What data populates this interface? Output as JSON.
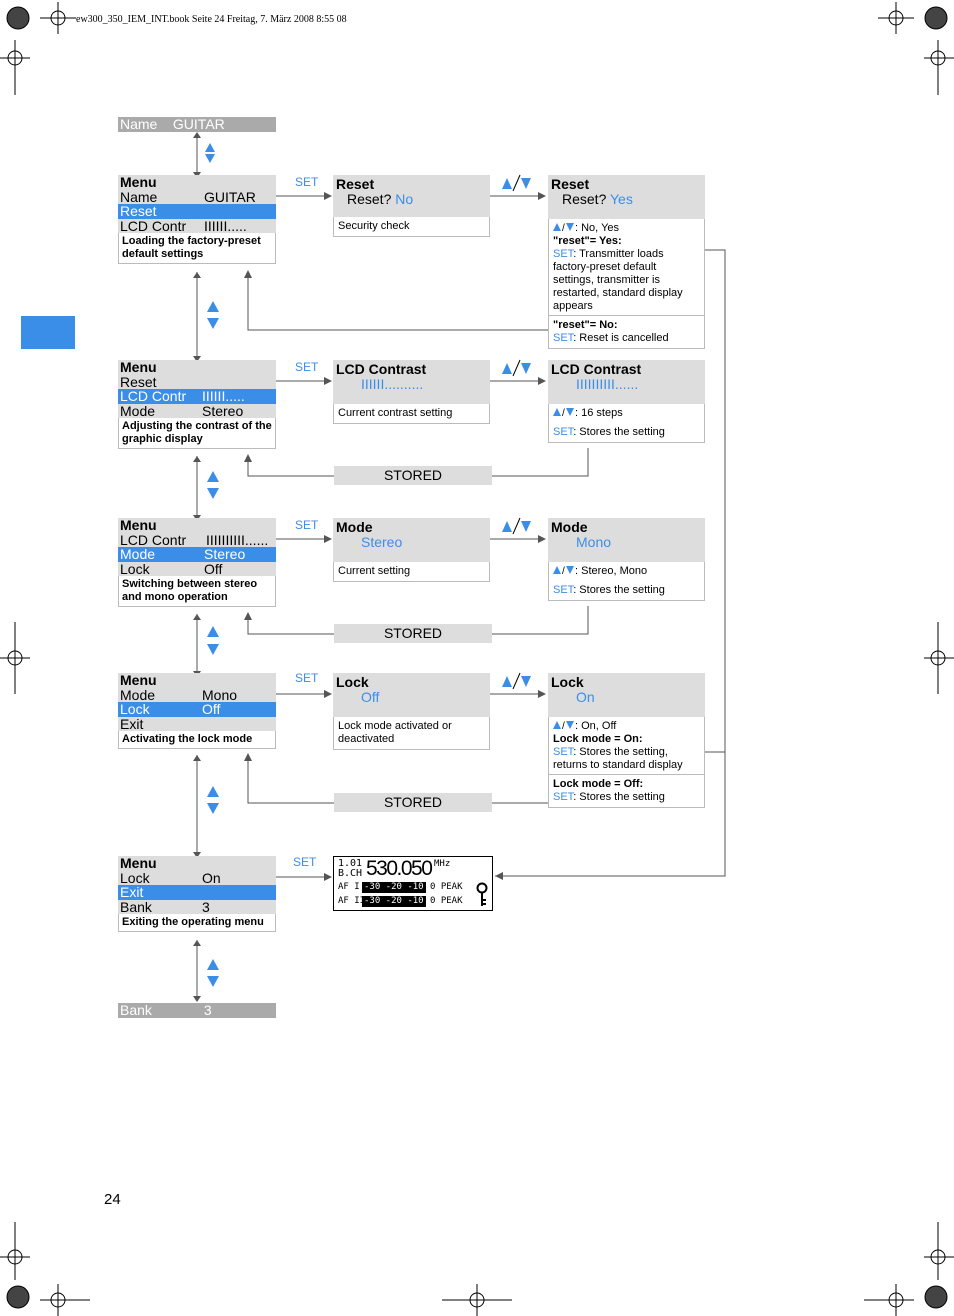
{
  "header": {
    "text": "ew300_350_IEM_INT.book  Seite 24  Freitag, 7. März 2008  8:55 08"
  },
  "page_number": "24",
  "labels": {
    "set": "SET",
    "stored": "STORED",
    "updown_title": "▲/▼"
  },
  "top_gray": {
    "key": "Name",
    "value": "GUITAR"
  },
  "bottom_gray": {
    "key": "Bank",
    "value": "3"
  },
  "menus": [
    {
      "rows": [
        [
          "Menu",
          ""
        ],
        [
          "Name",
          "GUITAR"
        ],
        [
          "Reset",
          ""
        ],
        [
          "LCD Contr",
          "IIIIII....."
        ]
      ],
      "sel": 2,
      "desc": "Loading the factory-preset default settings"
    },
    {
      "rows": [
        [
          "Menu",
          ""
        ],
        [
          "Reset",
          ""
        ],
        [
          "LCD Contr",
          "IIIIII....."
        ],
        [
          "Mode",
          "Stereo"
        ]
      ],
      "sel": 2,
      "desc": "Adjusting the contrast of the graphic display"
    },
    {
      "rows": [
        [
          "Menu",
          ""
        ],
        [
          "LCD Contr",
          "IIIIIIIIII......"
        ],
        [
          "Mode",
          "Stereo"
        ],
        [
          "Lock",
          "Off"
        ]
      ],
      "sel": 2,
      "desc": "Switching between stereo and mono operation"
    },
    {
      "rows": [
        [
          "Menu",
          ""
        ],
        [
          "Mode",
          "Mono"
        ],
        [
          "Lock",
          "Off"
        ],
        [
          "Exit",
          ""
        ]
      ],
      "sel": 2,
      "desc": "Activating the lock mode"
    },
    {
      "rows": [
        [
          "Menu",
          ""
        ],
        [
          "Lock",
          "On"
        ],
        [
          "Exit",
          ""
        ],
        [
          "Bank",
          "3"
        ]
      ],
      "sel": 2,
      "desc": "Exiting the operating menu"
    }
  ],
  "mid": [
    {
      "title": "Reset",
      "line": "Reset?",
      "val": "No",
      "note": "Security check"
    },
    {
      "title": "LCD Contrast",
      "line": "",
      "val": "IIIIII..........",
      "note": "Current contrast setting"
    },
    {
      "title": "Mode",
      "line": "",
      "val": "Stereo",
      "note": "Current setting"
    },
    {
      "title": "Lock",
      "line": "",
      "val": "Off",
      "note": "Lock mode activated or deactivated"
    }
  ],
  "right": [
    {
      "title": "Reset",
      "line": "Reset?",
      "val": "Yes",
      "n1": ": No, Yes",
      "n2h": "\"reset\"= Yes:",
      "n2set": "SET",
      "n2": ": Transmitter loads factory-preset default settings, transmitter is restarted, standard display appears",
      "n3h": "\"reset\"= No:",
      "n3set": "SET",
      "n3": ": Reset is cancelled"
    },
    {
      "title": "LCD Contrast",
      "line": "",
      "val": "IIIIIIIIII......",
      "n1": ": 16 steps",
      "n2set": "SET",
      "n2": ": Stores the setting"
    },
    {
      "title": "Mode",
      "line": "",
      "val": "Mono",
      "n1": ": Stereo, Mono",
      "n2set": "SET",
      "n2": ": Stores the setting"
    },
    {
      "title": "Lock",
      "line": "",
      "val": "On",
      "n1": ": On, Off",
      "n2h": "Lock mode = On:",
      "n2set": "SET",
      "n2": ": Stores the setting, returns to standard display",
      "n3h": "Lock mode = Off:",
      "n3set": "SET",
      "n3": ": Stores the setting"
    }
  ],
  "lcd": {
    "ch": "1.01",
    "bch": "B.CH",
    "freq": "530.050",
    "unit": "MHz",
    "afl": "AF I",
    "afr": "AF II",
    "scale": "-30 -20 -10",
    "peak": "0 PEAK"
  },
  "colors": {
    "accent": "#3b8ee8",
    "box_gray": "#dddddd",
    "bar_gray": "#aaaaaa"
  }
}
